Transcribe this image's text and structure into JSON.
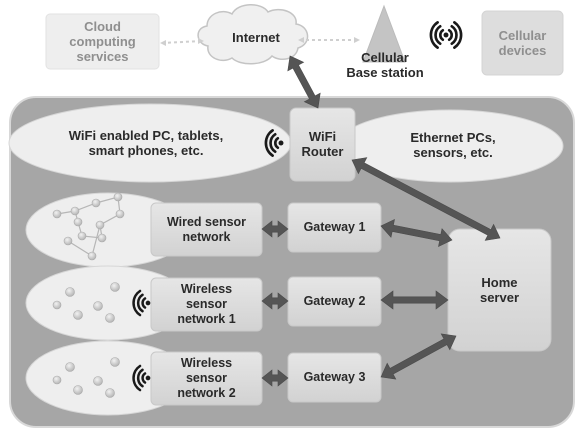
{
  "nodes": {
    "cloud_computing": "Cloud\ncomputing\nservices",
    "internet": "Internet",
    "cellular_base_station": "Cellular\nBase station",
    "cellular_devices": "Cellular\ndevices",
    "wifi_devices": "WiFi enabled PC, tablets,\nsmart phones, etc.",
    "wifi_router": "WiFi\nRouter",
    "ethernet_pcs": "Ethernet PCs,\nsensors, etc.",
    "wired_sensor_network": "Wired sensor\nnetwork",
    "wireless_sensor_network_1": "Wireless\nsensor\nnetwork 1",
    "wireless_sensor_network_2": "Wireless\nsensor\nnetwork 2",
    "gateway_1": "Gateway 1",
    "gateway_2": "Gateway 2",
    "gateway_3": "Gateway 3",
    "home_server": "Home\nserver"
  },
  "icons": {
    "wireless": "wireless-signal-icon",
    "sensor_node": "sensor-node-icon"
  },
  "colors": {
    "home_panel": "#a6a6a6",
    "box_fill": "#dcdcdc",
    "ellipse_fill": "#eeeeee",
    "arrow": "#555555",
    "light_text": "#8f8f8f",
    "dark_text": "#2a2a2a"
  }
}
